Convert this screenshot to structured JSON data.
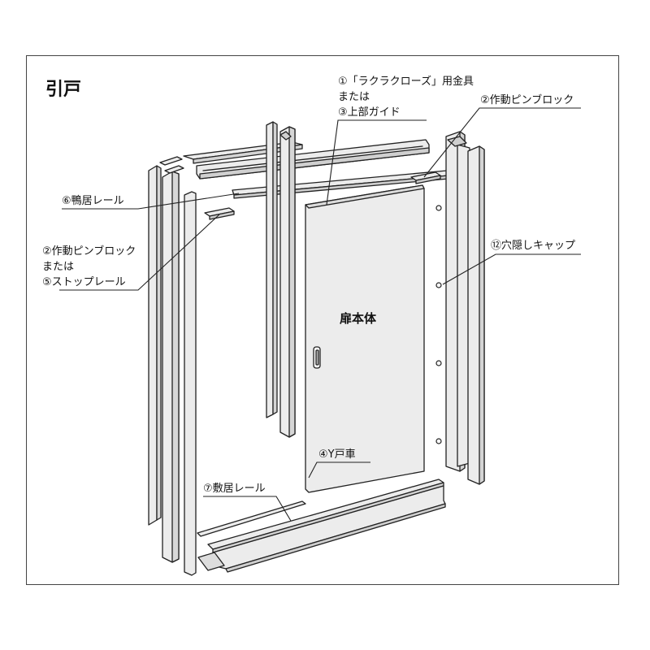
{
  "title": "引戸",
  "door_body": "扉本体",
  "labels": {
    "closer_1": "①「ラクラクローズ」用金具",
    "closer_or": "または",
    "closer_3": "③上部ガイド",
    "pin_block_top": "②作動ピンブロック",
    "kamoi_rail": "⑥鴨居レール",
    "pin_block_left": "②作動ピンブロック",
    "pin_or": "または",
    "stop_rail": "⑤ストップレール",
    "hole_cap": "⑫穴隠しキャップ",
    "y_roller": "④Y戸車",
    "shiki_rail": "⑦敷居レール"
  }
}
